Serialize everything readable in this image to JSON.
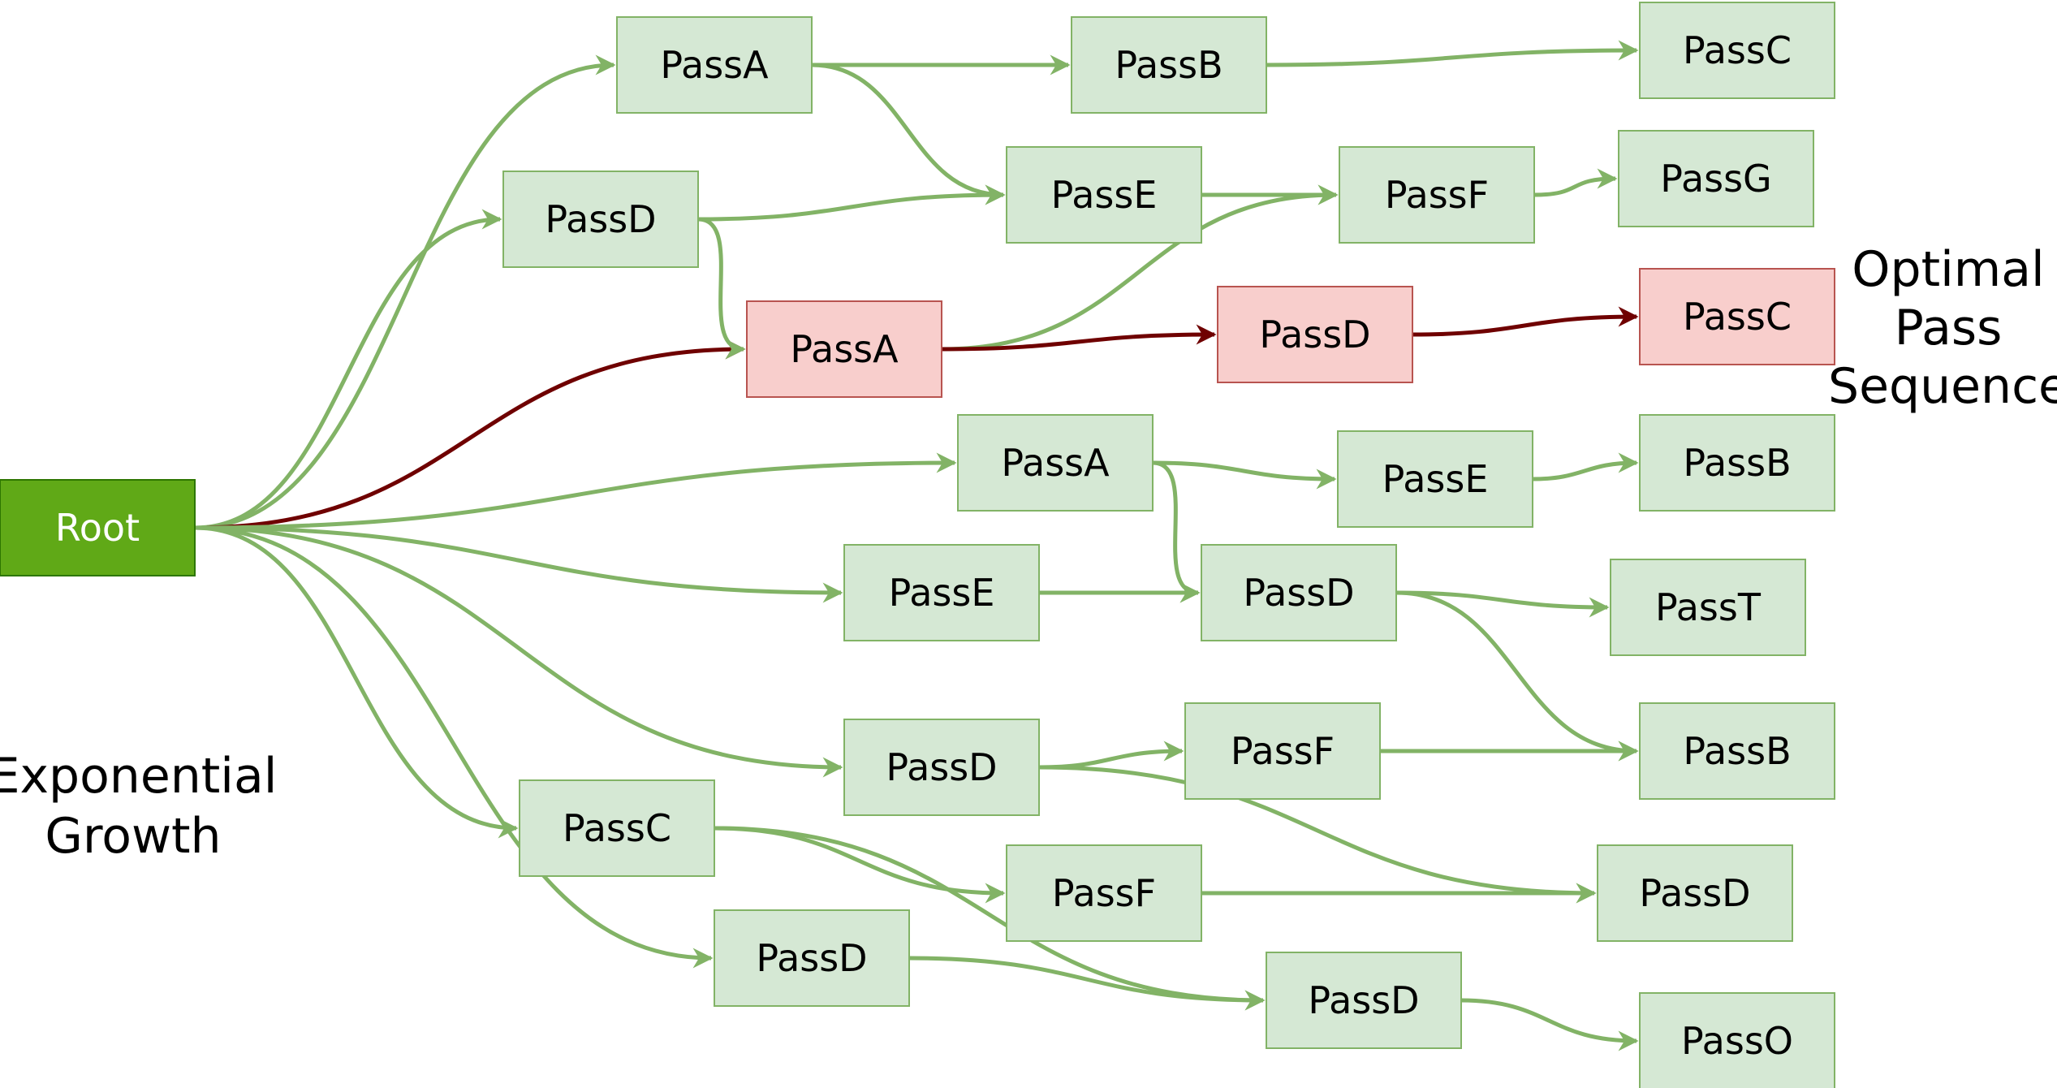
{
  "colors": {
    "root_fill": "#60a917",
    "root_stroke": "#2d7600",
    "root_text": "#ffffff",
    "node_fill": "#d5e8d4",
    "node_stroke": "#82b366",
    "optimal_fill": "#f8cecc",
    "optimal_stroke": "#b85450",
    "edge_green": "#82b366",
    "edge_optimal": "#6f0000",
    "text": "#000000"
  },
  "annotations": {
    "optimal_line1": "Optimal",
    "optimal_line2": "Pass",
    "optimal_line3": "Sequence",
    "growth_line1": "Exponential",
    "growth_line2": "Growth"
  },
  "nodes": [
    {
      "id": "root",
      "label": "Root",
      "kind": "root"
    },
    {
      "id": "a1",
      "label": "PassA",
      "kind": "normal"
    },
    {
      "id": "b1",
      "label": "PassB",
      "kind": "normal"
    },
    {
      "id": "c1",
      "label": "PassC",
      "kind": "normal"
    },
    {
      "id": "d1",
      "label": "PassD",
      "kind": "normal"
    },
    {
      "id": "e1",
      "label": "PassE",
      "kind": "normal"
    },
    {
      "id": "f1",
      "label": "PassF",
      "kind": "normal"
    },
    {
      "id": "g1",
      "label": "PassG",
      "kind": "normal"
    },
    {
      "id": "a2",
      "label": "PassA",
      "kind": "optimal"
    },
    {
      "id": "d2",
      "label": "PassD",
      "kind": "optimal"
    },
    {
      "id": "c2",
      "label": "PassC",
      "kind": "optimal"
    },
    {
      "id": "a3",
      "label": "PassA",
      "kind": "normal"
    },
    {
      "id": "e2",
      "label": "PassE",
      "kind": "normal"
    },
    {
      "id": "b2",
      "label": "PassB",
      "kind": "normal"
    },
    {
      "id": "e3",
      "label": "PassE",
      "kind": "normal"
    },
    {
      "id": "d3",
      "label": "PassD",
      "kind": "normal"
    },
    {
      "id": "t1",
      "label": "PassT",
      "kind": "normal"
    },
    {
      "id": "d4",
      "label": "PassD",
      "kind": "normal"
    },
    {
      "id": "f2",
      "label": "PassF",
      "kind": "normal"
    },
    {
      "id": "b3",
      "label": "PassB",
      "kind": "normal"
    },
    {
      "id": "c3",
      "label": "PassC",
      "kind": "normal"
    },
    {
      "id": "f3",
      "label": "PassF",
      "kind": "normal"
    },
    {
      "id": "d5",
      "label": "PassD",
      "kind": "normal"
    },
    {
      "id": "d6",
      "label": "PassD",
      "kind": "normal"
    },
    {
      "id": "d7",
      "label": "PassD",
      "kind": "normal"
    },
    {
      "id": "o1",
      "label": "PassO",
      "kind": "normal"
    }
  ],
  "edges": [
    {
      "from": "root",
      "to": "a1",
      "kind": "normal"
    },
    {
      "from": "root",
      "to": "d1",
      "kind": "normal"
    },
    {
      "from": "root",
      "to": "a2",
      "kind": "optimal"
    },
    {
      "from": "root",
      "to": "a3",
      "kind": "normal"
    },
    {
      "from": "root",
      "to": "e3",
      "kind": "normal"
    },
    {
      "from": "root",
      "to": "d4",
      "kind": "normal"
    },
    {
      "from": "root",
      "to": "c3",
      "kind": "normal"
    },
    {
      "from": "root",
      "to": "d6",
      "kind": "normal"
    },
    {
      "from": "a1",
      "to": "b1",
      "kind": "normal"
    },
    {
      "from": "a1",
      "to": "e1",
      "kind": "normal"
    },
    {
      "from": "b1",
      "to": "c1",
      "kind": "normal"
    },
    {
      "from": "d1",
      "to": "e1",
      "kind": "normal"
    },
    {
      "from": "d1",
      "to": "a2",
      "kind": "normal"
    },
    {
      "from": "e1",
      "to": "f1",
      "kind": "normal"
    },
    {
      "from": "f1",
      "to": "g1",
      "kind": "normal"
    },
    {
      "from": "a2",
      "to": "f1",
      "kind": "normal"
    },
    {
      "from": "a2",
      "to": "d2",
      "kind": "optimal"
    },
    {
      "from": "d2",
      "to": "c2",
      "kind": "optimal"
    },
    {
      "from": "a3",
      "to": "e2",
      "kind": "normal"
    },
    {
      "from": "a3",
      "to": "d3",
      "kind": "normal"
    },
    {
      "from": "e2",
      "to": "b2",
      "kind": "normal"
    },
    {
      "from": "e3",
      "to": "d3",
      "kind": "normal"
    },
    {
      "from": "d3",
      "to": "t1",
      "kind": "normal"
    },
    {
      "from": "d3",
      "to": "b3",
      "kind": "normal"
    },
    {
      "from": "d4",
      "to": "f2",
      "kind": "normal"
    },
    {
      "from": "d4",
      "to": "d5",
      "kind": "normal"
    },
    {
      "from": "f2",
      "to": "b3",
      "kind": "normal"
    },
    {
      "from": "c3",
      "to": "f3",
      "kind": "normal"
    },
    {
      "from": "c3",
      "to": "d7",
      "kind": "normal"
    },
    {
      "from": "f3",
      "to": "d5",
      "kind": "normal"
    },
    {
      "from": "d6",
      "to": "d7",
      "kind": "normal"
    },
    {
      "from": "d7",
      "to": "o1",
      "kind": "normal"
    }
  ]
}
